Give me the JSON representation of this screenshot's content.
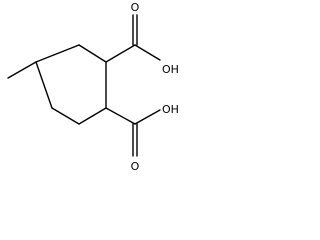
{
  "molecule": {
    "labels": {
      "o_top": "O",
      "oh_top": "OH",
      "o_bottom": "O",
      "oh_bottom": "OH"
    }
  }
}
